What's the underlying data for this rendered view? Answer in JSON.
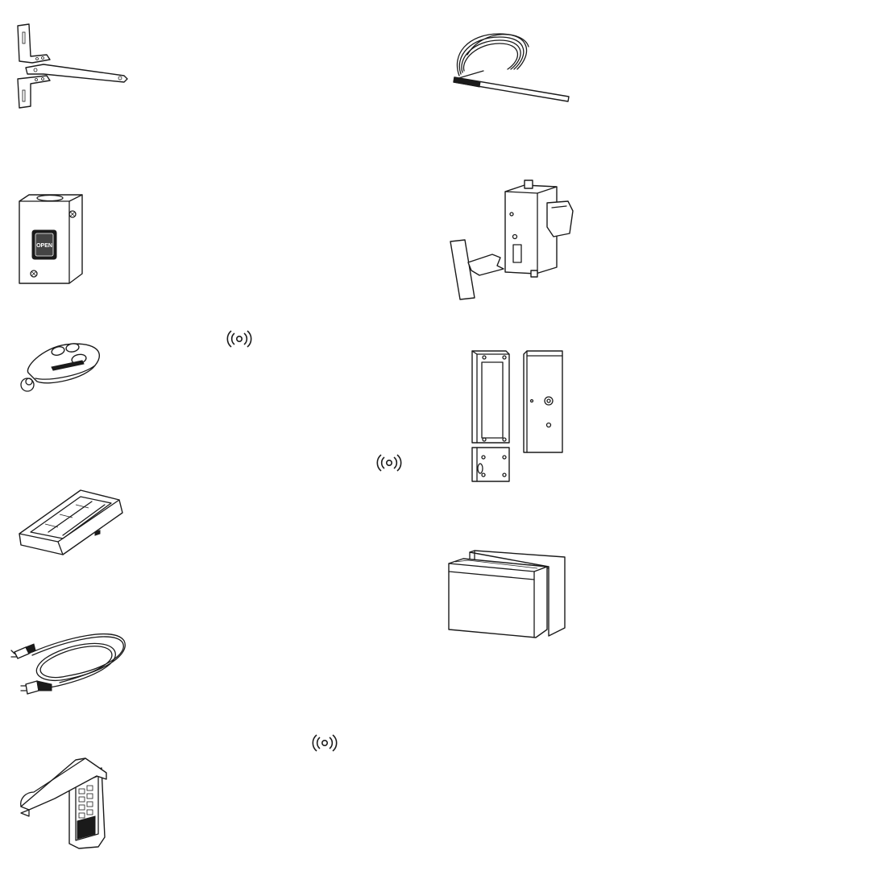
{
  "accessories": [
    {
      "id": "mounting-brackets",
      "icon": "bracket-kit-illustration",
      "wireless": false
    },
    {
      "id": "antenna",
      "icon": "antenna-cable-illustration",
      "wireless": false
    },
    {
      "id": "open-control-station",
      "icon": "open-button-station-illustration",
      "wireless": false,
      "button_text": "OPEN"
    },
    {
      "id": "gate-lock",
      "icon": "gate-lock-illustration",
      "wireless": false
    },
    {
      "id": "keychain-remote",
      "icon": "keychain-remote-illustration",
      "wireless": true
    },
    {
      "id": "magnetic-lock",
      "icon": "magnetic-lock-illustration",
      "wireless": false
    },
    {
      "id": "visor-remote",
      "icon": "visor-remote-illustration",
      "wireless": true
    },
    {
      "id": "batteries",
      "icon": "batteries-illustration",
      "wireless": false
    },
    {
      "id": "power-cord",
      "icon": "power-cord-illustration",
      "wireless": false
    },
    {
      "id": "wireless-keypad",
      "icon": "keypad-illustration",
      "wireless": true
    }
  ],
  "colors": {
    "line": "#1a1a1a",
    "background": "#ffffff"
  }
}
